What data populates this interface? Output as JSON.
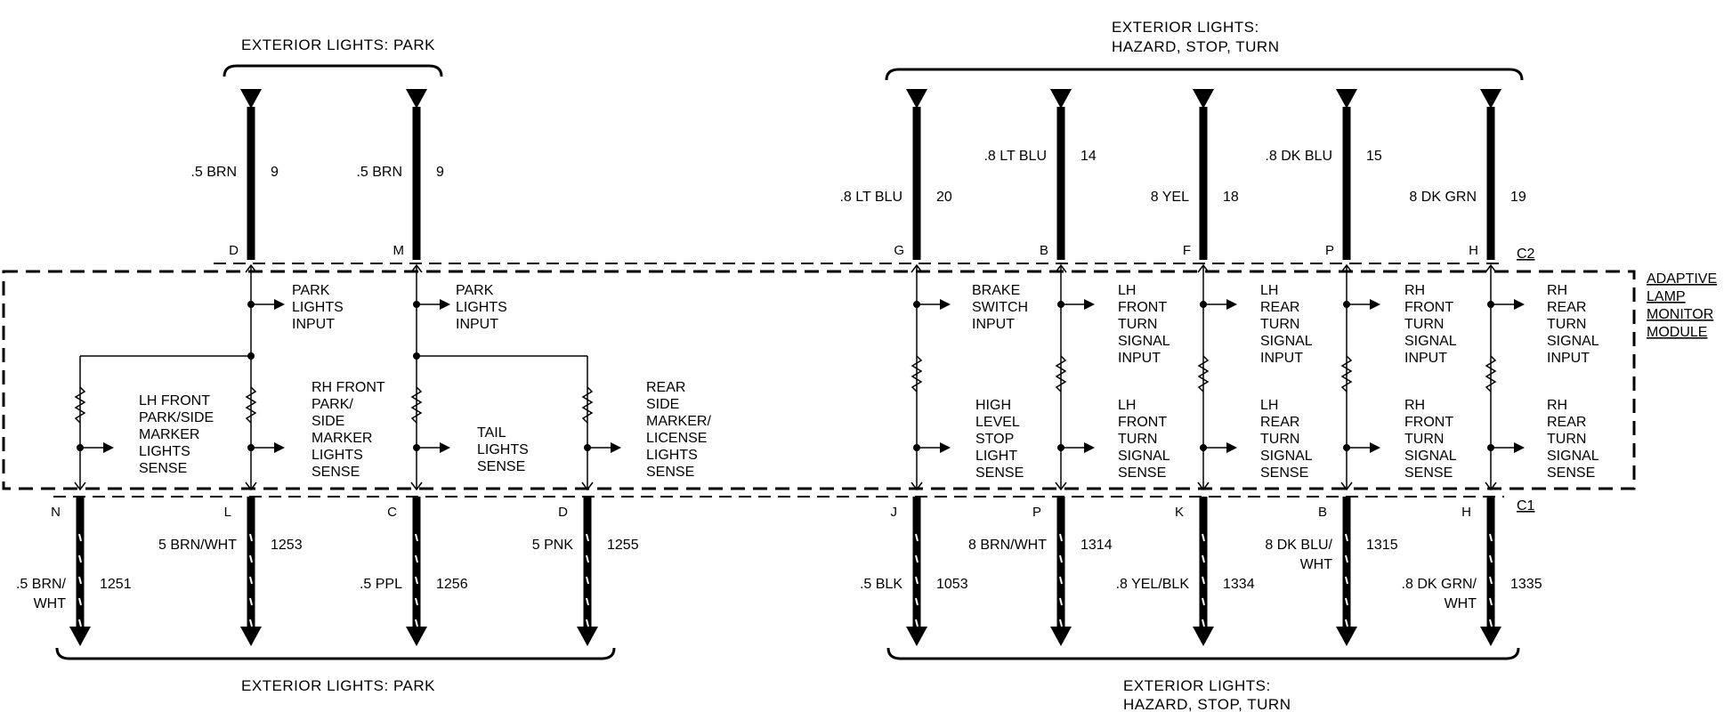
{
  "headers": {
    "top_left": "EXTERIOR LIGHTS: PARK",
    "top_right_line1": "EXTERIOR LIGHTS:",
    "top_right_line2": "HAZARD, STOP, TURN",
    "bottom_left": "EXTERIOR LIGHTS: PARK",
    "bottom_right_line1": "EXTERIOR LIGHTS:",
    "bottom_right_line2": "HAZARD, STOP, TURN"
  },
  "module": {
    "name_lines": [
      "ADAPTIVE",
      "LAMP",
      "MONITOR",
      "MODULE"
    ],
    "connector_top": "C2",
    "connector_bottom": "C1"
  },
  "top_wires": [
    {
      "pin": "D",
      "color": ".5 BRN",
      "circuit": "9"
    },
    {
      "pin": "M",
      "color": ".5 BRN",
      "circuit": "9"
    },
    {
      "pin": "G",
      "color": ".8 LT BLU",
      "circuit": "20"
    },
    {
      "pin": "B",
      "color": ".8 LT BLU",
      "circuit": "14"
    },
    {
      "pin": "F",
      "color": "8 YEL",
      "circuit": "18"
    },
    {
      "pin": "P",
      "color": ".8 DK BLU",
      "circuit": "15"
    },
    {
      "pin": "H",
      "color": "8 DK GRN",
      "circuit": "19"
    }
  ],
  "bottom_wires": [
    {
      "pin": "N",
      "color_lines": [
        ".5 BRN/",
        "WHT"
      ],
      "circuit": "1251"
    },
    {
      "pin": "L",
      "color_lines": [
        "5 BRN/WHT"
      ],
      "circuit": "1253"
    },
    {
      "pin": "C",
      "color_lines": [
        ".5 PPL"
      ],
      "circuit": "1256"
    },
    {
      "pin": "D",
      "color_lines": [
        "5 PNK"
      ],
      "circuit": "1255"
    },
    {
      "pin": "J",
      "color_lines": [
        ".5 BLK"
      ],
      "circuit": "1053"
    },
    {
      "pin": "P",
      "color_lines": [
        "8 BRN/WHT"
      ],
      "circuit": "1314"
    },
    {
      "pin": "K",
      "color_lines": [
        ".8 YEL/BLK"
      ],
      "circuit": "1334"
    },
    {
      "pin": "B",
      "color_lines": [
        "8 DK BLU/",
        "WHT"
      ],
      "circuit": "1315"
    },
    {
      "pin": "H",
      "color_lines": [
        ".8 DK GRN/",
        "WHT"
      ],
      "circuit": "1335"
    }
  ],
  "inputs": [
    {
      "lines": [
        "PARK",
        "LIGHTS",
        "INPUT"
      ]
    },
    {
      "lines": [
        "PARK",
        "LIGHTS",
        "INPUT"
      ]
    },
    {
      "lines": [
        "BRAKE",
        "SWITCH",
        "INPUT"
      ]
    },
    {
      "lines": [
        "LH",
        "FRONT",
        "TURN",
        "SIGNAL",
        "INPUT"
      ]
    },
    {
      "lines": [
        "LH",
        "REAR",
        "TURN",
        "SIGNAL",
        "INPUT"
      ]
    },
    {
      "lines": [
        "RH",
        "FRONT",
        "TURN",
        "SIGNAL",
        "INPUT"
      ]
    },
    {
      "lines": [
        "RH",
        "REAR",
        "TURN",
        "SIGNAL",
        "INPUT"
      ]
    }
  ],
  "senses": [
    {
      "lines": [
        "LH FRONT",
        "PARK/SIDE",
        "MARKER",
        "LIGHTS",
        "SENSE"
      ]
    },
    {
      "lines": [
        "RH FRONT",
        "PARK/",
        "SIDE",
        "MARKER",
        "LIGHTS",
        "SENSE"
      ]
    },
    {
      "lines": [
        "TAIL",
        "LIGHTS",
        "SENSE"
      ]
    },
    {
      "lines": [
        "REAR",
        "SIDE",
        "MARKER/",
        "LICENSE",
        "LIGHTS",
        "SENSE"
      ]
    },
    {
      "lines": [
        "HIGH",
        "LEVEL",
        "STOP",
        "LIGHT",
        "SENSE"
      ]
    },
    {
      "lines": [
        "LH",
        "FRONT",
        "TURN",
        "SIGNAL",
        "SENSE"
      ]
    },
    {
      "lines": [
        "LH",
        "REAR",
        "TURN",
        "SIGNAL",
        "SENSE"
      ]
    },
    {
      "lines": [
        "RH",
        "FRONT",
        "TURN",
        "SIGNAL",
        "SENSE"
      ]
    },
    {
      "lines": [
        "RH",
        "REAR",
        "TURN",
        "SIGNAL",
        "SENSE"
      ]
    }
  ]
}
